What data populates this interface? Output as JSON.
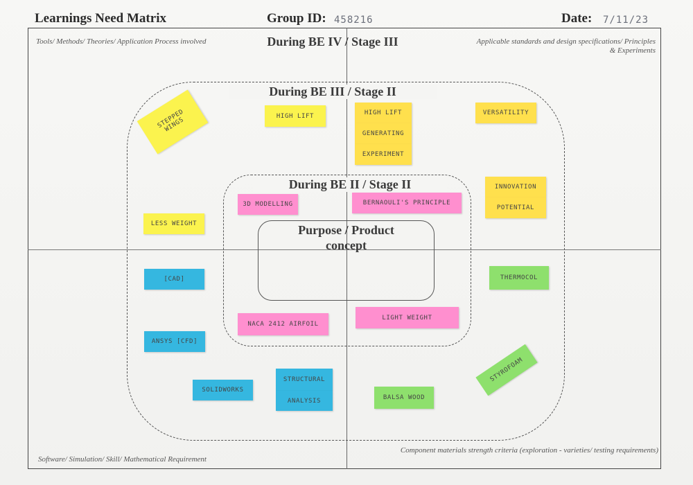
{
  "header": {
    "title": "Learnings Need Matrix",
    "group_label": "Group ID:",
    "group_value": "458216",
    "date_label": "Date:",
    "date_value": "7/11/23"
  },
  "corners": {
    "top_left": "Tools/ Methods/ Theories/ Application Process involved",
    "top_right": "Applicable standards and design specifications/ Principles & Experiments",
    "bottom_left": "Software/ Simulation/ Skill/ Mathematical Requirement",
    "bottom_right": "Component materials strength criteria (exploration - varieties/ testing requirements)"
  },
  "stages": {
    "outer": "During BE IV / Stage III",
    "middle": "During BE III / Stage II",
    "inner": "During BE II / Stage II"
  },
  "core": {
    "label_line1": "Purpose / Product",
    "label_line2": "concept"
  },
  "notes": [
    {
      "id": "stepped-wings",
      "text": "STEPPED WINGS",
      "color": "yellow"
    },
    {
      "id": "high-lift-left",
      "text": "HIGH LIFT",
      "color": "yellow"
    },
    {
      "id": "high-lift-right",
      "text": "HIGH LIFT",
      "color": "orange"
    },
    {
      "id": "generating",
      "text": "GENERATING",
      "color": "orange"
    },
    {
      "id": "experiment",
      "text": "EXPERIMENT",
      "color": "orange"
    },
    {
      "id": "versatility",
      "text": "VERSATILITY",
      "color": "orange"
    },
    {
      "id": "innovation",
      "text": "INNOVATION",
      "color": "orange"
    },
    {
      "id": "potential",
      "text": "POTENTIAL",
      "color": "orange"
    },
    {
      "id": "3d-modelling",
      "text": "3D MODELLING",
      "color": "pink"
    },
    {
      "id": "bernoulli",
      "text": "BERNAOULI'S PRINCIPLE",
      "color": "pink"
    },
    {
      "id": "less-weight",
      "text": "LESS WEIGHT",
      "color": "yellow"
    },
    {
      "id": "cad",
      "text": "[CAD]",
      "color": "blue"
    },
    {
      "id": "thermocol",
      "text": "THERMOCOL",
      "color": "green"
    },
    {
      "id": "naca",
      "text": "NACA 2412 AIRFOIL",
      "color": "pink"
    },
    {
      "id": "light-weight",
      "text": "LIGHT WEIGHT",
      "color": "pink"
    },
    {
      "id": "ansys",
      "text": "ANSYS [CFD]",
      "color": "blue"
    },
    {
      "id": "styrofoam",
      "text": "STYROFOAM",
      "color": "green"
    },
    {
      "id": "solidworks",
      "text": "SOLIDWORKS",
      "color": "blue"
    },
    {
      "id": "structural",
      "text": "STRUCTURAL",
      "color": "blue"
    },
    {
      "id": "analysis",
      "text": "ANALYSIS",
      "color": "blue"
    },
    {
      "id": "balsa-wood",
      "text": "BALSA WOOD",
      "color": "green"
    }
  ]
}
